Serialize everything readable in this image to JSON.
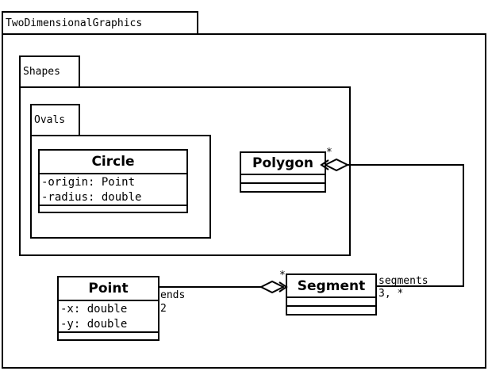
{
  "diagram": {
    "type": "uml-package-class-diagram",
    "background": "#ffffff",
    "stroke": "#000000"
  },
  "packages": [
    {
      "id": "two-dimensional-graphics",
      "name": "TwoDimensionalGraphics"
    },
    {
      "id": "shapes",
      "name": "Shapes"
    },
    {
      "id": "ovals",
      "name": "Ovals"
    }
  ],
  "classes": [
    {
      "id": "circle",
      "name": "Circle",
      "attributes": [
        "-origin: Point",
        "-radius: double"
      ],
      "operations": []
    },
    {
      "id": "polygon",
      "name": "Polygon",
      "attributes": [],
      "operations": []
    },
    {
      "id": "point",
      "name": "Point",
      "attributes": [
        "-x: double",
        "-y: double"
      ],
      "operations": []
    },
    {
      "id": "segment",
      "name": "Segment",
      "attributes": [],
      "operations": []
    }
  ],
  "associations": [
    {
      "id": "polygon-segment",
      "from": "Polygon",
      "to": "Segment",
      "kind": "aggregation",
      "diamond_end": "Polygon",
      "source_multiplicity": "*",
      "target_role": "segments",
      "target_multiplicity": "3, *"
    },
    {
      "id": "segment-point",
      "from": "Segment",
      "to": "Point",
      "kind": "aggregation",
      "diamond_end": "Segment",
      "source_multiplicity": "*",
      "target_role": "ends",
      "target_multiplicity": "2"
    }
  ],
  "labels": {
    "polygon_star": "*",
    "segment_star": "*",
    "segments_role": "segments",
    "segments_mult": "3, *",
    "ends_role": "ends",
    "ends_mult": "2"
  }
}
